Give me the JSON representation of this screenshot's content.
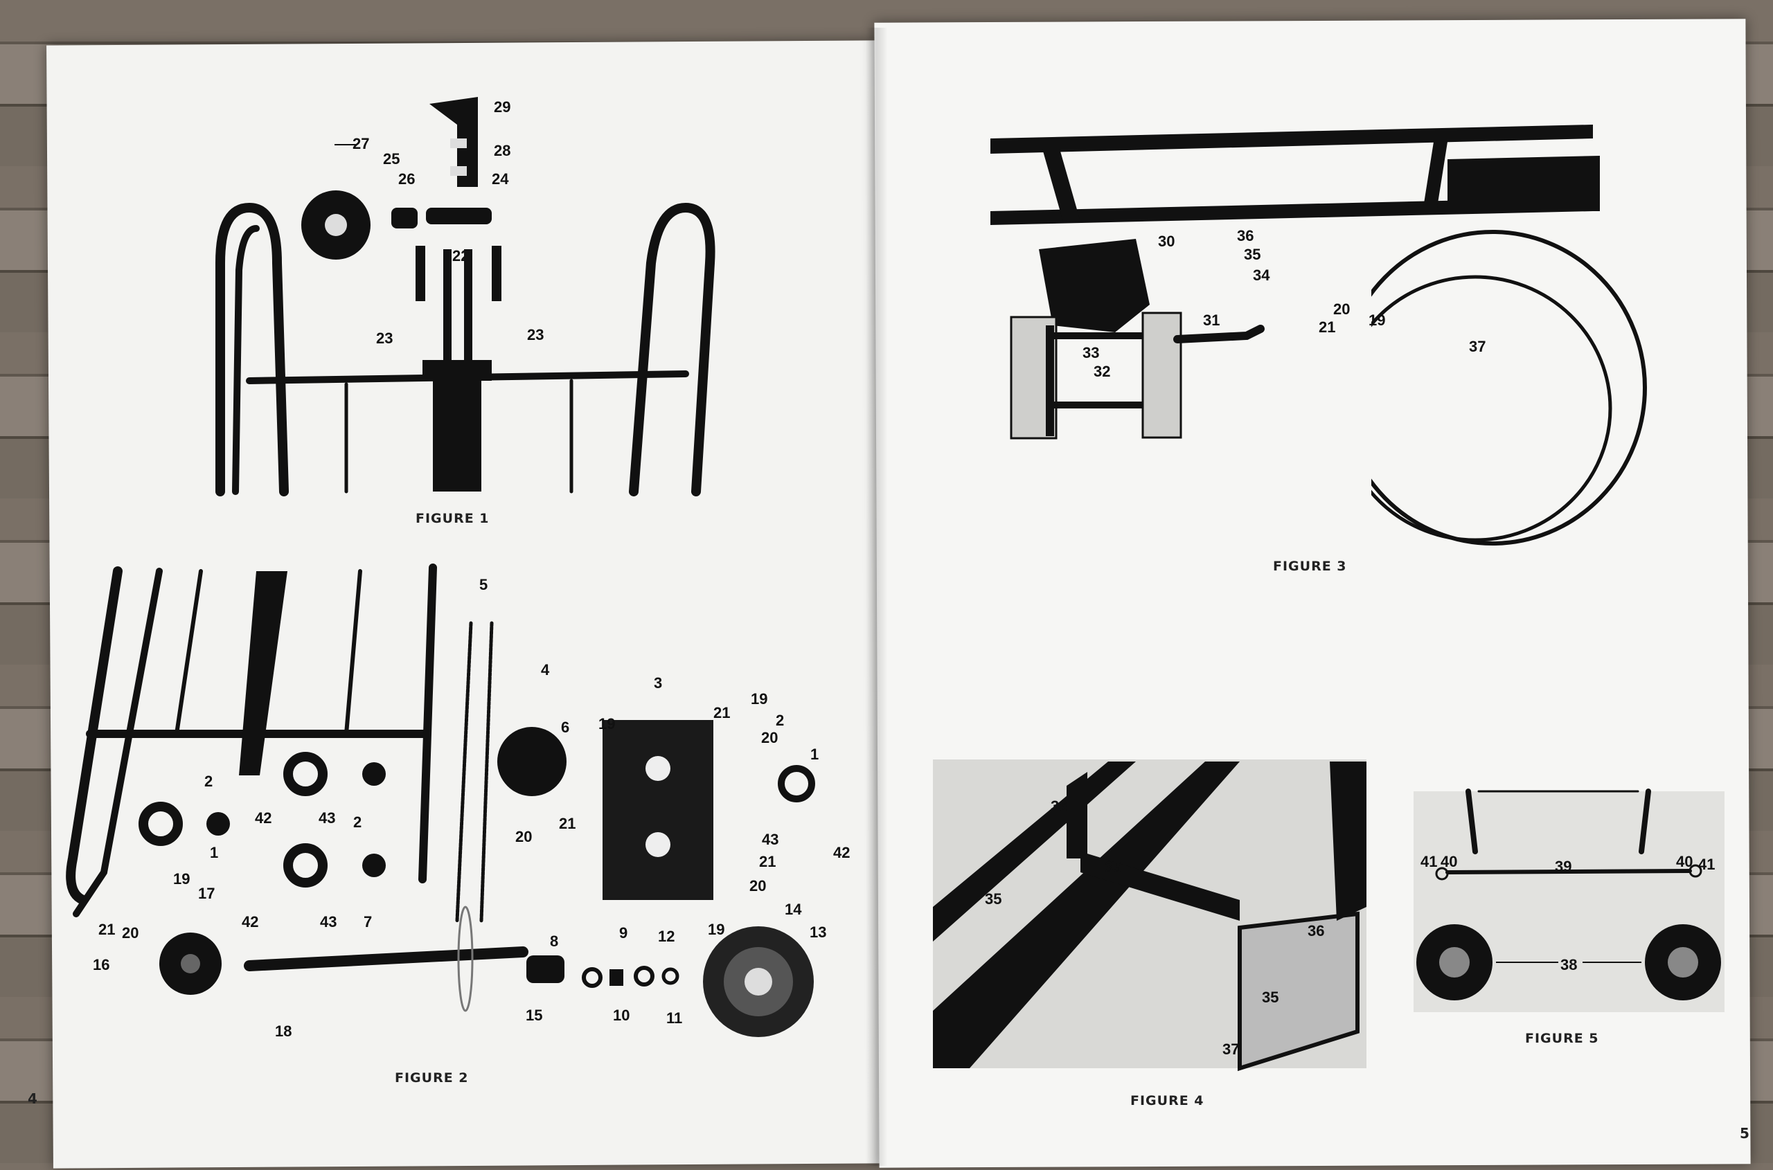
{
  "pages": [
    {
      "number": "4",
      "figures": [
        {
          "caption": "FIGURE 1",
          "callouts": [
            "29",
            "28",
            "27",
            "25",
            "26",
            "24",
            "22",
            "23",
            "23"
          ]
        },
        {
          "caption": "FIGURE 2",
          "callouts": [
            "5",
            "4",
            "3",
            "6",
            "19",
            "21",
            "19",
            "20",
            "2",
            "1",
            "2",
            "42",
            "43",
            "2",
            "1",
            "21",
            "20",
            "43",
            "42",
            "21",
            "20",
            "19",
            "17",
            "42",
            "43",
            "21",
            "20",
            "7",
            "19",
            "14",
            "16",
            "8",
            "9",
            "12",
            "13",
            "15",
            "10",
            "11",
            "18"
          ]
        }
      ]
    },
    {
      "number": "5",
      "figures": [
        {
          "caption": "FIGURE 3",
          "callouts": [
            "30",
            "36",
            "35",
            "34",
            "31",
            "33",
            "32",
            "21",
            "20",
            "19",
            "37"
          ]
        },
        {
          "caption": "FIGURE 4",
          "callouts": [
            "36",
            "35",
            "35",
            "36",
            "35",
            "37"
          ]
        },
        {
          "caption": "FIGURE 5",
          "callouts": [
            "41",
            "40",
            "39",
            "40",
            "41",
            "38"
          ]
        }
      ]
    }
  ],
  "colors": {
    "paper": "#f4f4f2",
    "ink": "#111111",
    "halftone": "#d9d9d6"
  }
}
